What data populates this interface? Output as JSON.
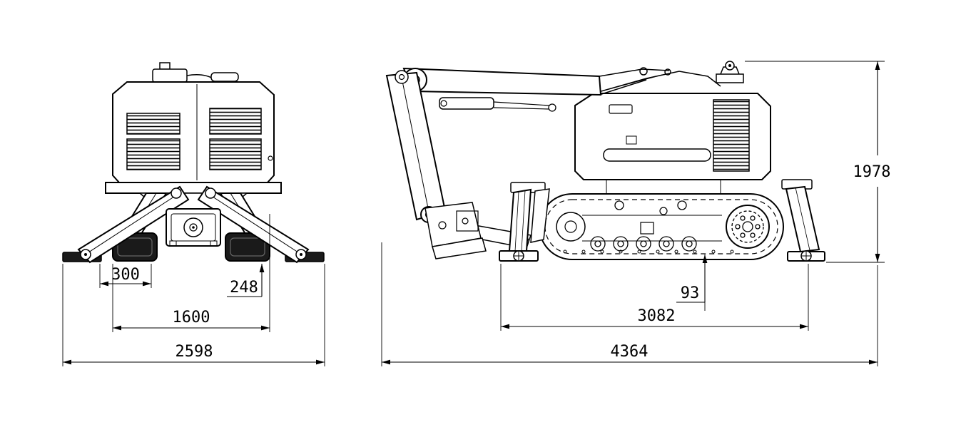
{
  "drawing": {
    "colors": {
      "line": "#000000",
      "background": "#ffffff",
      "dark_fill": "#1a1a1a"
    },
    "front_view": {
      "dim_track_width": "300",
      "dim_clearance": "248",
      "dim_track_gauge": "1600",
      "dim_outrigger_spread": "2598"
    },
    "side_view": {
      "dim_overall_height": "1978",
      "dim_ground_clearance": "93",
      "dim_outrigger_span": "3082",
      "dim_overall_length": "4364"
    }
  }
}
